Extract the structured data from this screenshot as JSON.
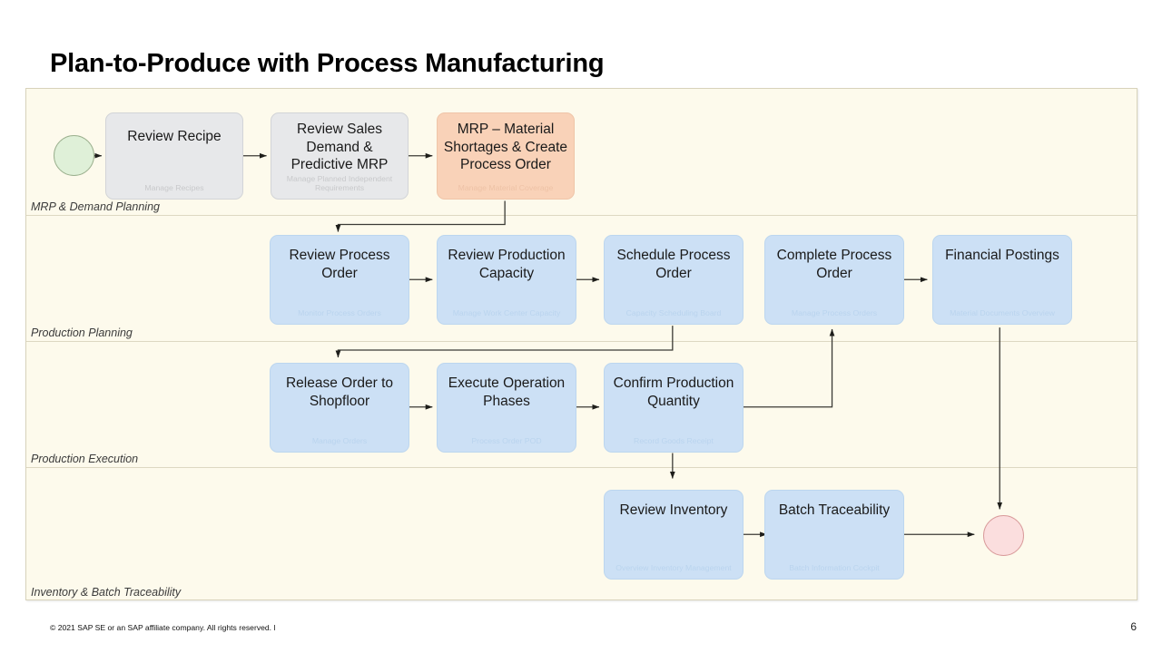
{
  "slide": {
    "title": "Plan-to-Produce with Process Manufacturing",
    "page_number": "6",
    "copyright": "© 2021 SAP SE or an SAP affiliate company. All rights reserved.  ǀ",
    "canvas_background": "#fdfaec",
    "canvas_border": "#d8d3bb"
  },
  "legend_colors": {
    "gray_task": "#e7e8ea",
    "orange_task": "#f9d2b8",
    "blue_task": "#cce0f5",
    "start_event": "#dff0d8",
    "end_event": "#fbdede",
    "connector": "#3b3a35"
  },
  "lanes": [
    {
      "id": "lane-mrp-demand-planning",
      "label": "MRP & Demand Planning"
    },
    {
      "id": "lane-production-planning",
      "label": "Production Planning"
    },
    {
      "id": "lane-production-execution",
      "label": "Production Execution"
    },
    {
      "id": "lane-inventory-batch-traceability",
      "label": "Inventory & Batch Traceability"
    }
  ],
  "events": {
    "start": {
      "name": "start-event",
      "label": ""
    },
    "end": {
      "name": "end-event",
      "label": ""
    }
  },
  "nodes": [
    {
      "id": "review-recipe",
      "title": "Review Recipe",
      "app": "Manage Recipes",
      "color": "gray",
      "lane": "MRP & Demand Planning"
    },
    {
      "id": "review-sales-demand-predictive-mrp",
      "title": "Review Sales Demand & Predictive MRP",
      "app": "Manage Planned Independent Requirements",
      "color": "gray",
      "lane": "MRP & Demand Planning"
    },
    {
      "id": "mrp-material-shortages-create-process-order",
      "title": "MRP – Material Shortages & Create Process Order",
      "app": "Manage Material Coverage",
      "color": "orange",
      "lane": "MRP & Demand Planning"
    },
    {
      "id": "review-process-order",
      "title": "Review Process Order",
      "app": "Monitor Process Orders",
      "color": "blue",
      "lane": "Production Planning"
    },
    {
      "id": "review-production-capacity",
      "title": "Review Production Capacity",
      "app": "Manage Work Center Capacity",
      "color": "blue",
      "lane": "Production Planning"
    },
    {
      "id": "schedule-process-order",
      "title": "Schedule Process Order",
      "app": "Capacity Scheduling Board",
      "color": "blue",
      "lane": "Production Planning"
    },
    {
      "id": "complete-process-order",
      "title": "Complete Process Order",
      "app": "Manage Process Orders",
      "color": "blue",
      "lane": "Production Planning"
    },
    {
      "id": "financial-postings",
      "title": "Financial Postings",
      "app": "Material Documents Overview",
      "color": "blue",
      "lane": "Production Planning"
    },
    {
      "id": "release-order-to-shopfloor",
      "title": "Release Order to Shopfloor",
      "app": "Manage Orders",
      "color": "blue",
      "lane": "Production Execution"
    },
    {
      "id": "execute-operation-phases",
      "title": "Execute Operation Phases",
      "app": "Process Order POD",
      "color": "blue",
      "lane": "Production Execution"
    },
    {
      "id": "confirm-production-quantity",
      "title": "Confirm Production Quantity",
      "app": "Record Goods Receipt",
      "color": "blue",
      "lane": "Production Execution"
    },
    {
      "id": "review-inventory",
      "title": "Review Inventory",
      "app": "Overview Inventory Management",
      "color": "blue",
      "lane": "Inventory & Batch Traceability"
    },
    {
      "id": "batch-traceability",
      "title": "Batch Traceability",
      "app": "Batch Information Cockpit",
      "color": "blue",
      "lane": "Inventory & Batch Traceability"
    }
  ],
  "flows": [
    {
      "from": "start-event",
      "to": "review-recipe"
    },
    {
      "from": "review-recipe",
      "to": "review-sales-demand-predictive-mrp"
    },
    {
      "from": "review-sales-demand-predictive-mrp",
      "to": "mrp-material-shortages-create-process-order"
    },
    {
      "from": "mrp-material-shortages-create-process-order",
      "to": "review-process-order"
    },
    {
      "from": "review-process-order",
      "to": "review-production-capacity"
    },
    {
      "from": "review-production-capacity",
      "to": "schedule-process-order"
    },
    {
      "from": "schedule-process-order",
      "to": "release-order-to-shopfloor"
    },
    {
      "from": "release-order-to-shopfloor",
      "to": "execute-operation-phases"
    },
    {
      "from": "execute-operation-phases",
      "to": "confirm-production-quantity"
    },
    {
      "from": "confirm-production-quantity",
      "to": "complete-process-order"
    },
    {
      "from": "complete-process-order",
      "to": "financial-postings"
    },
    {
      "from": "confirm-production-quantity",
      "to": "review-inventory"
    },
    {
      "from": "review-inventory",
      "to": "batch-traceability"
    },
    {
      "from": "batch-traceability",
      "to": "end-event"
    },
    {
      "from": "financial-postings",
      "to": "end-event"
    }
  ]
}
